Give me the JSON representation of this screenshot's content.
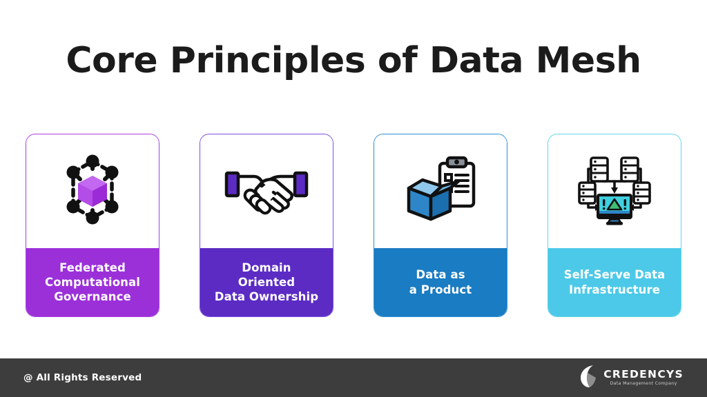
{
  "page": {
    "title": "Core Principles of Data Mesh",
    "background": "#ffffff"
  },
  "cards": [
    {
      "label": "Federated\nComputational\nGovernance",
      "icon": "hexagon-mesh-network-cube-icon",
      "band_color": "#9B30D9",
      "border_color": "#A83DE0",
      "accent_color": "#B44CE8"
    },
    {
      "label": "Domain\nOriented\nData Ownership",
      "icon": "handshake-icon",
      "band_color": "#5B2BC4",
      "border_color": "#7C4DE0",
      "accent_color": "#5B2BC4"
    },
    {
      "label": "Data as\na Product",
      "icon": "open-box-clipboard-icon",
      "band_color": "#1A7CC2",
      "border_color": "#2E8FD4",
      "accent_color": "#2E8FD4"
    },
    {
      "label": "Self-Serve Data\nInfrastructure",
      "icon": "server-monitor-infrastructure-icon",
      "band_color": "#4CC9E8",
      "border_color": "#5FD4EE",
      "accent_color": "#4CC9E8"
    }
  ],
  "footer": {
    "copyright": "@ All Rights Reserved",
    "background": "#3d3d3d",
    "logo": {
      "name": "CREDENCYS",
      "tagline": "Data Management Company",
      "mark": "credencys-wedge-logo-icon"
    }
  }
}
